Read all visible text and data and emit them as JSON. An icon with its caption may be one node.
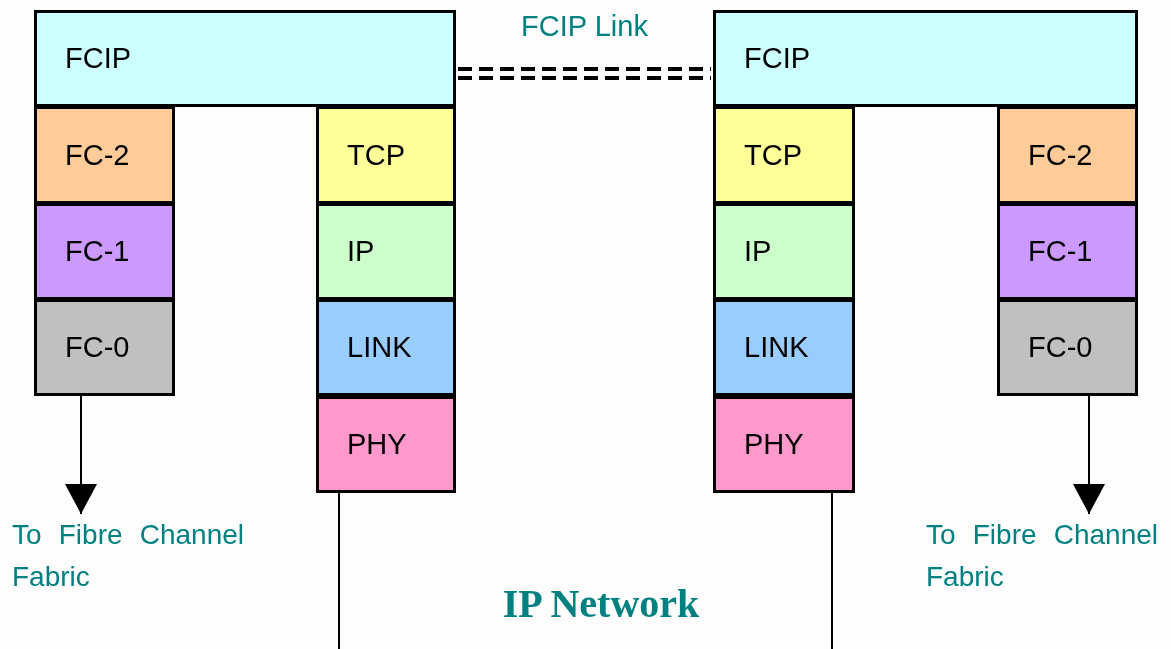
{
  "diagram": {
    "nodes": [
      {
        "text": [
          "FCIP"
        ]
      },
      {
        "text": [
          "FC-2"
        ]
      },
      {
        "text": [
          "FC-1"
        ]
      },
      {
        "text": [
          "FC-0"
        ]
      },
      {
        "text": [
          "TCP"
        ]
      },
      {
        "text": [
          "IP"
        ]
      },
      {
        "text": [
          "LINK"
        ]
      },
      {
        "text": [
          "PHY"
        ]
      },
      {
        "text": [
          "To Fibre Channel Fabric"
        ]
      },
      {
        "text": [
          "FCIP"
        ]
      },
      {
        "text": [
          "TCP"
        ]
      },
      {
        "text": [
          "IP"
        ]
      },
      {
        "text": [
          "LINK"
        ]
      },
      {
        "text": [
          "PHY"
        ]
      },
      {
        "text": [
          "FC-2"
        ]
      },
      {
        "text": [
          "FC-1"
        ]
      },
      {
        "text": [
          "FC-0"
        ]
      },
      {
        "text": [
          "To Fibre Channel Fabric"
        ]
      }
    ],
    "edges": [
      {
        "from": 0,
        "to": 9,
        "arrow": "none",
        "style": "dashed",
        "label": "FCIP Link"
      },
      {
        "from": 3,
        "to": 8,
        "arrow": "to"
      },
      {
        "from": 16,
        "to": 17,
        "arrow": "to"
      },
      {
        "from": 7,
        "to": null,
        "arrow": "none"
      },
      {
        "from": 13,
        "to": null,
        "arrow": "none"
      }
    ],
    "labels": [
      "IP Network"
    ]
  }
}
